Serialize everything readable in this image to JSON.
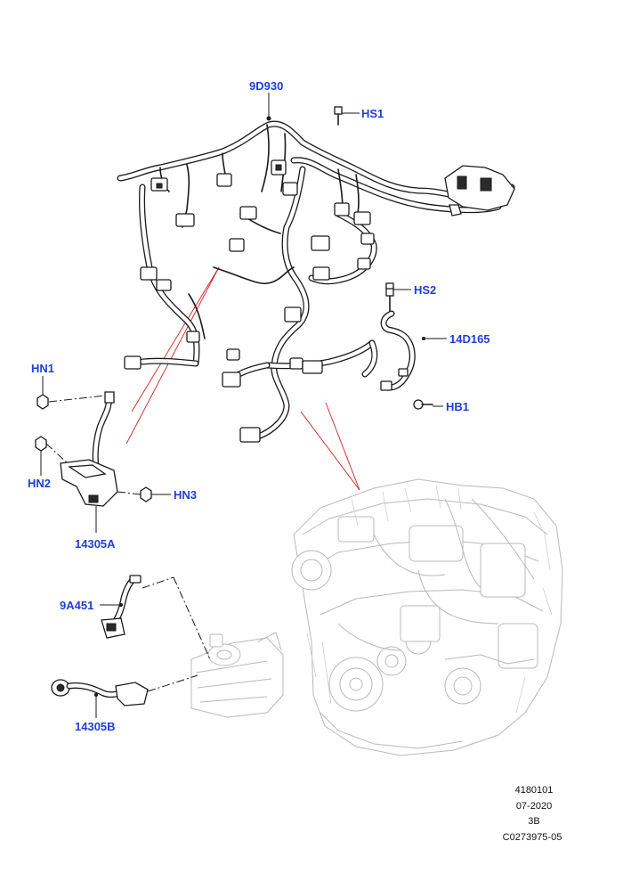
{
  "callouts": {
    "main_harness": "9D930",
    "hs1": "HS1",
    "hs2": "HS2",
    "sensor_harness": "14D165",
    "hb1": "HB1",
    "hn1": "HN1",
    "hn2": "HN2",
    "hn3": "HN3",
    "battery_cable_a": "14305A",
    "starter_lead": "9A451",
    "battery_cable_b": "14305B"
  },
  "footer": {
    "line1": "4180101",
    "line2": "07-2020",
    "line3": "3B",
    "line4": "C0273975-05"
  },
  "colors": {
    "callout": "#1f3fd8",
    "linework": "#1a1a1a",
    "ghost_parts": "#b9b9b9",
    "reference_lines": "#d42020"
  }
}
